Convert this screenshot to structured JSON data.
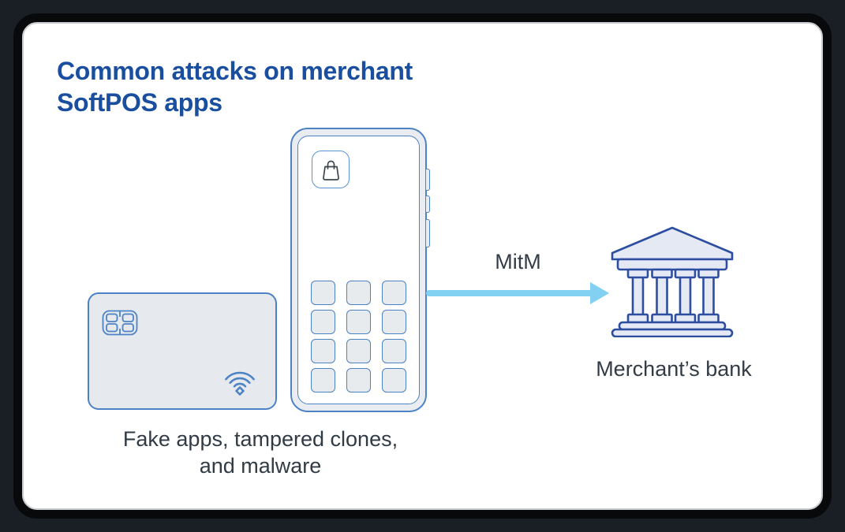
{
  "title": {
    "line1": "Common attacks on merchant",
    "line2": "SoftPOS apps",
    "color": "#1a4e9e"
  },
  "diagram": {
    "phone": {
      "description": "smartphone running SoftPOS app",
      "app_icon": "shopping-bag",
      "keypad": {
        "rows": 4,
        "cols": 3
      }
    },
    "payment_card": {
      "icons": [
        "emv-chip",
        "contactless-wave"
      ]
    },
    "arrow": {
      "label": "MitM",
      "direction": "right",
      "color": "#82d0f2"
    },
    "bank": {
      "label": "Merchant’s bank"
    },
    "caption": {
      "line1": "Fake apps, tampered clones,",
      "line2": "and malware"
    }
  },
  "colors": {
    "title_blue": "#1a4e9e",
    "outline_blue": "#4d82c4",
    "light_fill": "#e8ecf1",
    "bank_outline": "#2c4da0",
    "bank_fill": "#e4e9f4",
    "arrow_blue": "#82d0f2",
    "text_dark": "#333c46",
    "frame_border": "#07090b",
    "outer_background": "#1a1f26"
  }
}
